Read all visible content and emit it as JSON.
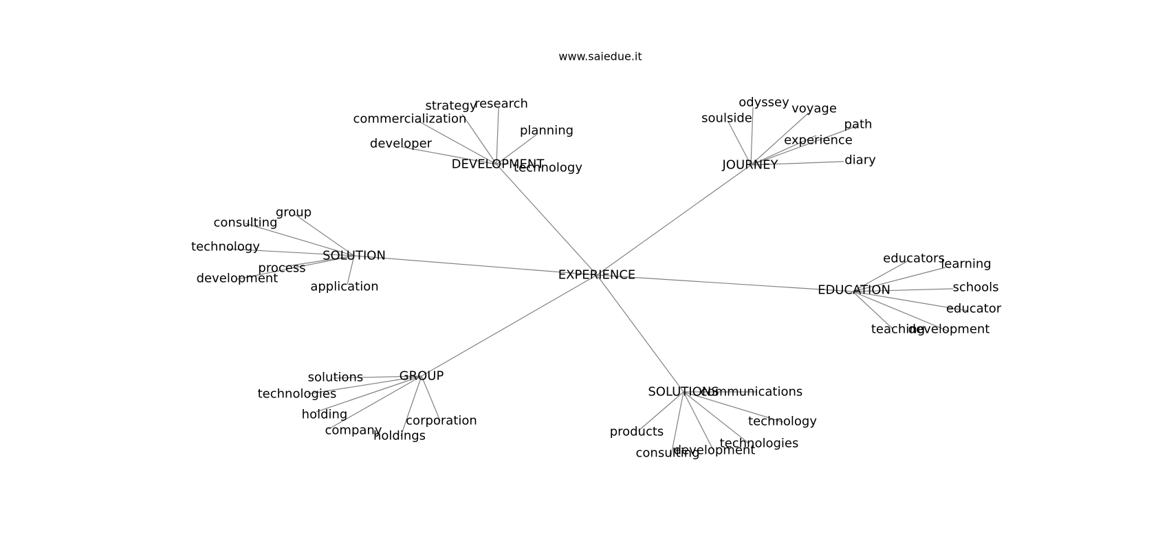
{
  "header": {
    "site": "www.saiedue.it"
  },
  "graph": {
    "center": "EXPERIENCE",
    "hubs": [
      {
        "id": "development",
        "label": "DEVELOPMENT",
        "leaves": [
          "strategy",
          "research",
          "commercialization",
          "planning",
          "developer",
          "technology"
        ]
      },
      {
        "id": "journey",
        "label": "JOURNEY",
        "leaves": [
          "odyssey",
          "voyage",
          "soulside",
          "path",
          "experience",
          "diary"
        ]
      },
      {
        "id": "solution",
        "label": "SOLUTION",
        "leaves": [
          "group",
          "consulting",
          "technology",
          "process",
          "development",
          "application"
        ]
      },
      {
        "id": "education",
        "label": "EDUCATION",
        "leaves": [
          "educators",
          "learning",
          "schools",
          "educator",
          "teaching",
          "development"
        ]
      },
      {
        "id": "group",
        "label": "GROUP",
        "leaves": [
          "solutions",
          "technologies",
          "holding",
          "company",
          "holdings",
          "corporation"
        ]
      },
      {
        "id": "solutions",
        "label": "SOLUTIONS",
        "leaves": [
          "communications",
          "technology",
          "technologies",
          "products",
          "development",
          "consulting"
        ]
      }
    ]
  }
}
